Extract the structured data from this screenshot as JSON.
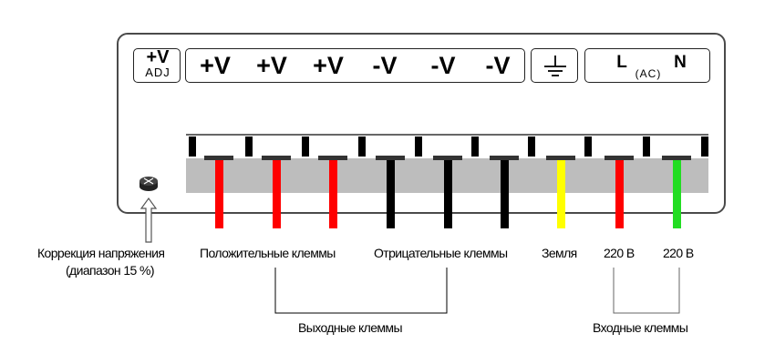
{
  "panel": {
    "adj_label": {
      "top": "+V",
      "bottom": "ADJ"
    },
    "terminal_labels": [
      "+V",
      "+V",
      "+V",
      "-V",
      "-V",
      "-V"
    ],
    "ground_symbol": "ground-symbol",
    "ac_labels": {
      "l": "L",
      "ac": "(AC)",
      "n": "N"
    }
  },
  "wires": {
    "colors": [
      "#ff0000",
      "#ff0000",
      "#ff0000",
      "#000000",
      "#000000",
      "#000000",
      "#ffff00",
      "#ff0000",
      "#22dd22"
    ]
  },
  "captions": {
    "adjust_line1": "Коррекция напряжения",
    "adjust_line2": "(диапазон 15 %)",
    "positive": "Положительные клеммы",
    "negative": "Отрицательные клеммы",
    "ground": "Земля",
    "v220_a": "220 В",
    "v220_b": "220 В",
    "output_group": "Выходные клеммы",
    "input_group": "Входные клеммы"
  }
}
